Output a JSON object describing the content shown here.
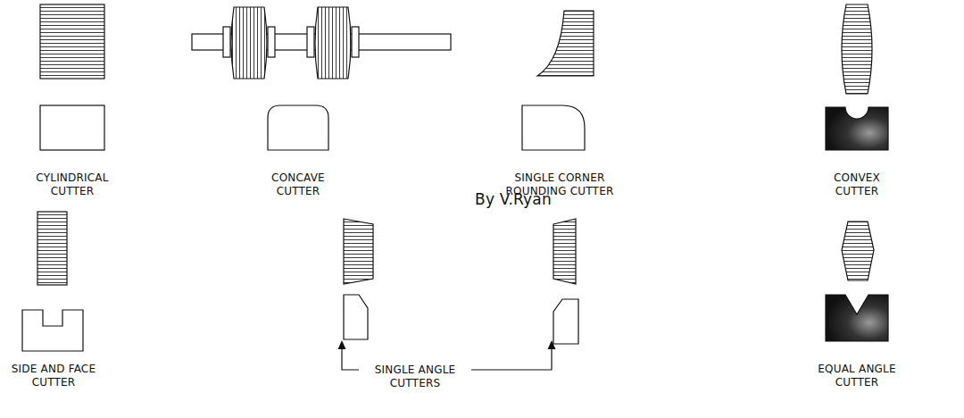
{
  "diagram": {
    "labels": [
      "CYLINDRICAL CUTTER",
      "CONCAVE CUTTER",
      "SINGLE CORNER ROUNDING CUTTER",
      "CONVEX CUTTER",
      "By V.Ryan",
      "SIDE AND FACE CUTTER",
      "SINGLE ANGLE CUTTERS",
      "EQUAL ANGLE CUTTER"
    ]
  }
}
